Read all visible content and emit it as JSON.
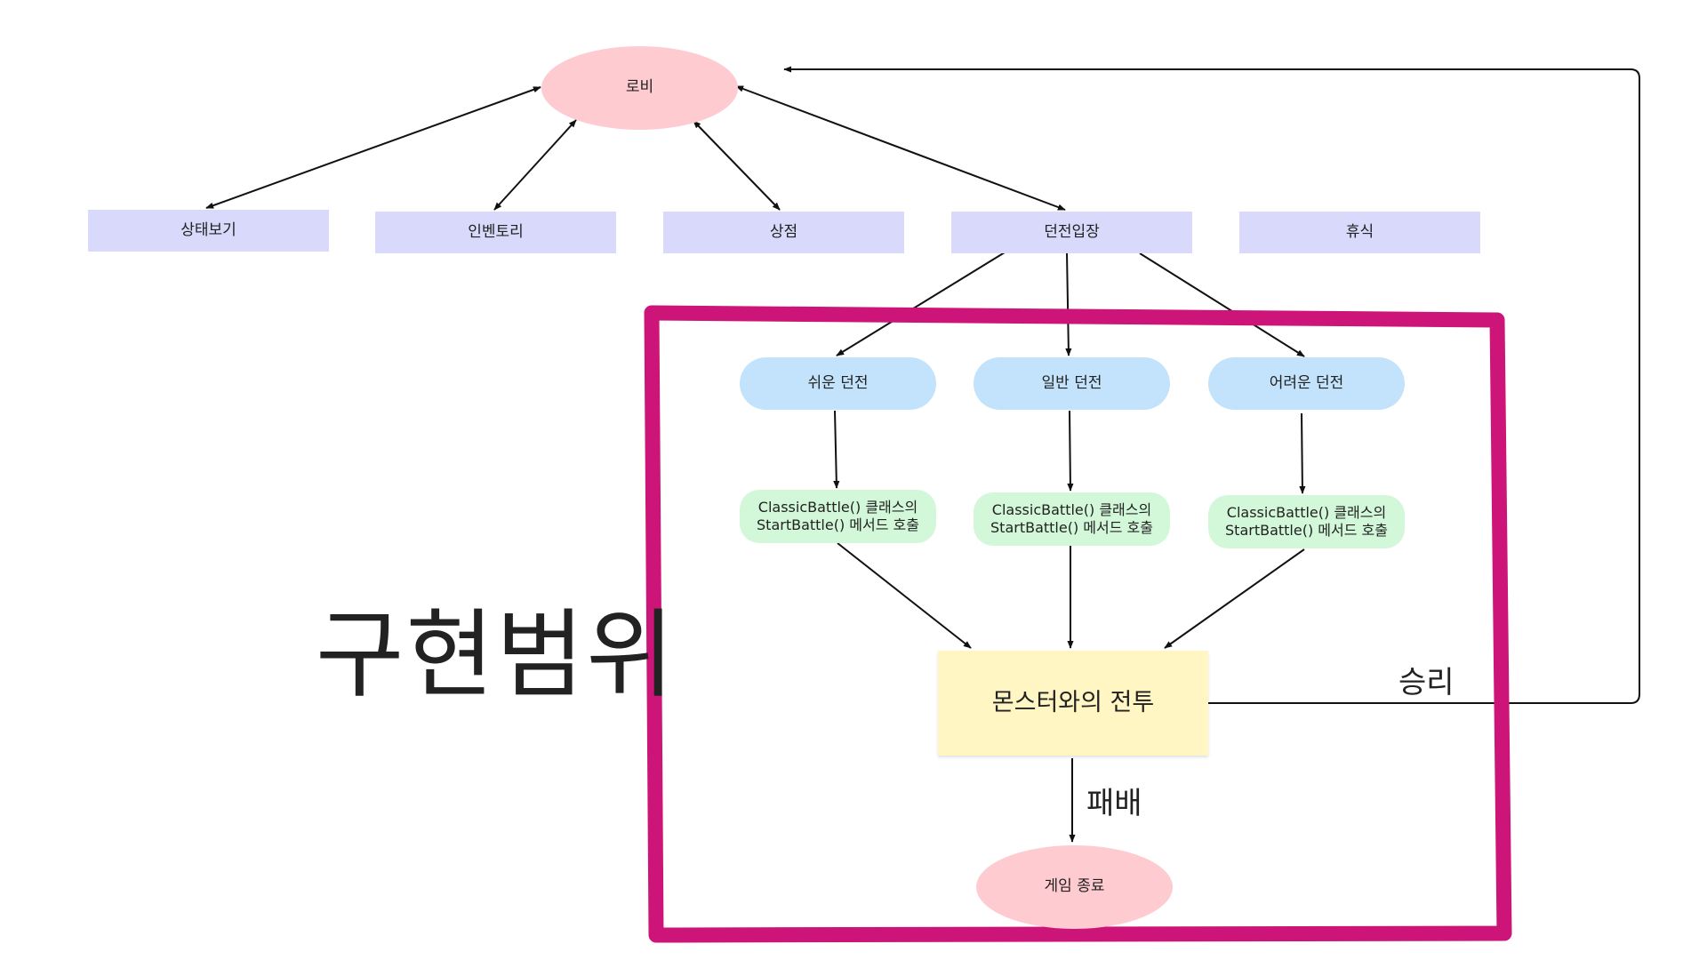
{
  "diagram": {
    "scope_label": "구현범위",
    "nodes": {
      "lobby": "로비",
      "status": "상태보기",
      "inventory": "인벤토리",
      "shop": "상점",
      "dungeon_entry": "던전입장",
      "rest": "휴식",
      "easy_dungeon": "쉬운 던전",
      "normal_dungeon": "일반 던전",
      "hard_dungeon": "어려운 던전",
      "battle_call_easy": [
        "ClassicBattle() 클래스의",
        "StartBattle() 메서드 호출"
      ],
      "battle_call_normal": [
        "ClassicBattle() 클래스의",
        "StartBattle() 메서드 호출"
      ],
      "battle_call_hard": [
        "ClassicBattle() 클래스의",
        "StartBattle() 메서드 호출"
      ],
      "monster_battle": "몬스터와의 전투",
      "game_over": "게임 종료"
    },
    "edge_labels": {
      "win": "승리",
      "lose": "패배"
    },
    "colors": {
      "scope_border": "#cc1479",
      "ellipse": "#fecbd0",
      "menu_box": "#d8d9fb",
      "dungeon_pill": "#c2e3fb",
      "battle_pill": "#d3f8d9",
      "sticky_note": "#fff6c4",
      "arrow": "#111111"
    }
  }
}
